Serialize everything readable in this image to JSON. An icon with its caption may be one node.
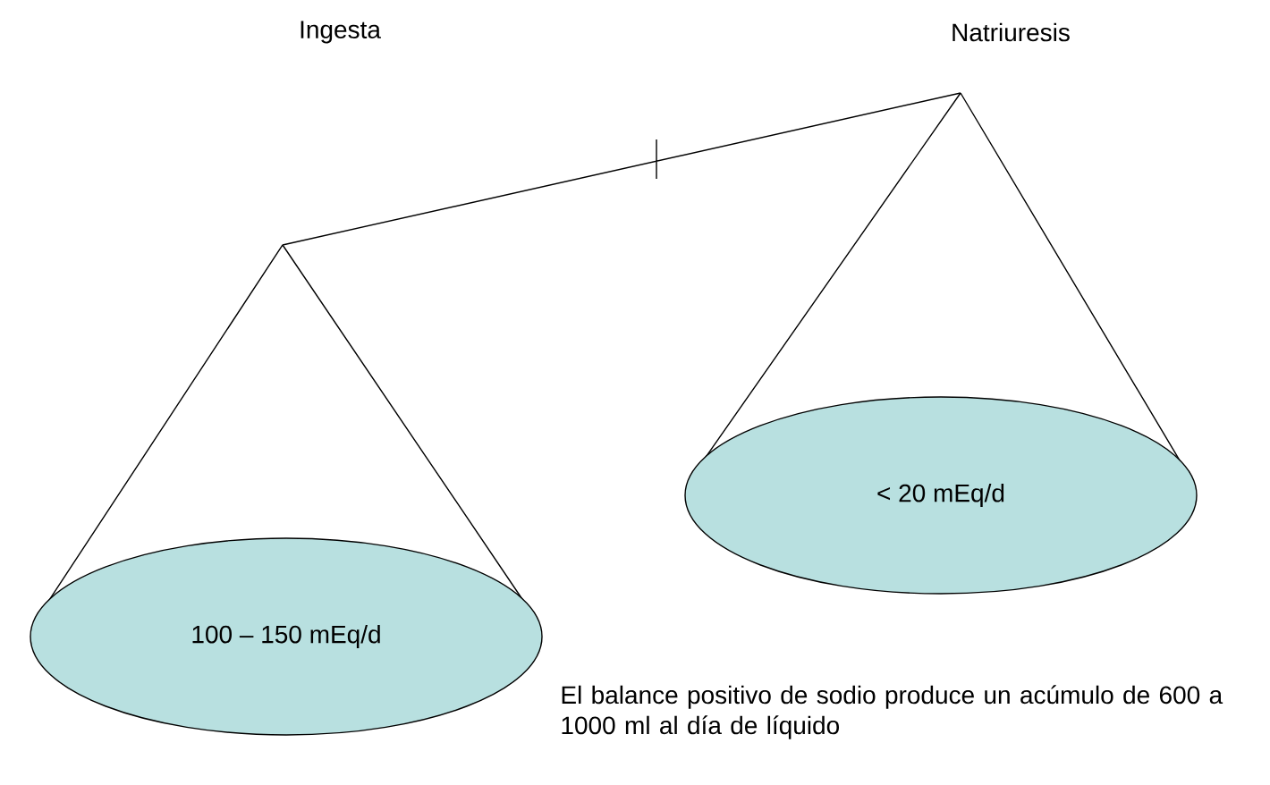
{
  "diagram": {
    "nodes": [
      {
        "text": [
          "100 – 150 mEq/d"
        ]
      },
      {
        "text": [
          "< 20 mEq/d"
        ]
      }
    ],
    "labels": [
      "Ingesta",
      "Natriuresis",
      "El balance positivo de sodio produce un acúmulo de 600 a 1000 ml al día de líquido"
    ]
  }
}
